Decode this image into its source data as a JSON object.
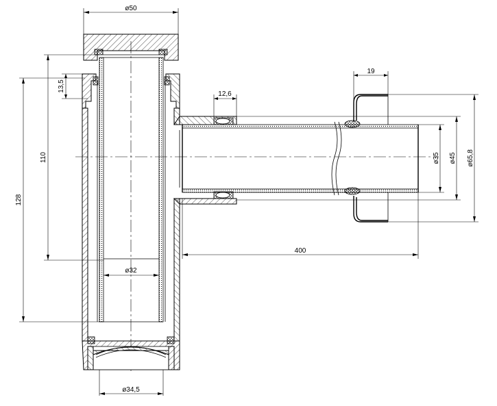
{
  "dimensions": {
    "d50": "ø50",
    "d32": "ø32",
    "d34_5": "ø34,5",
    "h128": "128",
    "h110": "110",
    "h13_5": "13,5",
    "w12_6": "12,6",
    "w19": "19",
    "l400": "400",
    "d35": "ø35",
    "d45": "ø45",
    "d65_8": "ø65,8"
  }
}
